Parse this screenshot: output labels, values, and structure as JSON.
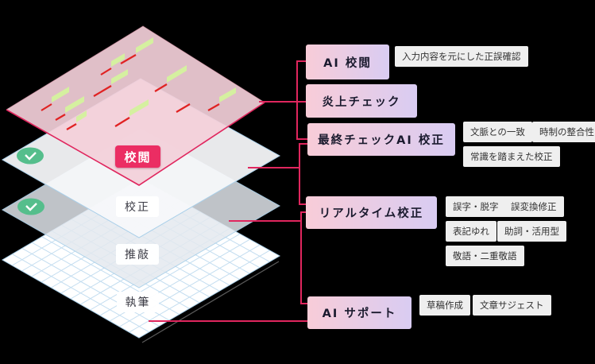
{
  "diagram": {
    "title_hint": "writing-to-review layer stack",
    "layers": [
      {
        "label": "校閲",
        "badge": true,
        "checked": false
      },
      {
        "label": "校正",
        "badge": false,
        "checked": true
      },
      {
        "label": "推敲",
        "badge": false,
        "checked": true
      },
      {
        "label": "執筆",
        "badge": false,
        "checked": false
      }
    ]
  },
  "features": [
    {
      "title": "AI 校閲",
      "notes": [
        "入力内容を元にした正誤確認"
      ]
    },
    {
      "title": "炎上チェック",
      "notes": []
    },
    {
      "title": "最終チェックAI 校正",
      "notes": [
        "文脈との一致",
        "時制の整合性",
        "常識を踏まえた校正"
      ]
    },
    {
      "title": "リアルタイム校正",
      "notes": [
        "誤字・脱字",
        "誤変換修正",
        "表記ゆれ",
        "助詞・活用型",
        "敬語・二重敬語"
      ]
    },
    {
      "title": "AI サポート",
      "notes": [
        "草稿作成",
        "文章サジェスト"
      ]
    }
  ],
  "colors": {
    "background": "#000000",
    "accent_line": "#E0265E",
    "badge_bg": "#EB2D63",
    "feature_gradient_start": "#F8CCD8",
    "feature_gradient_end": "#D9CCF2",
    "note_bg": "#EFEFEF",
    "note_text": "#333333",
    "feature_text": "#1A1A2E",
    "layer_pink": "#F3CFDB",
    "layer_edge_blue": "#A9CFE9",
    "grid_blue": "#C3DDF0",
    "check_green": "#55BE8C",
    "mark_red": "#E02222",
    "mark_highlight": "#D5F0A0"
  }
}
